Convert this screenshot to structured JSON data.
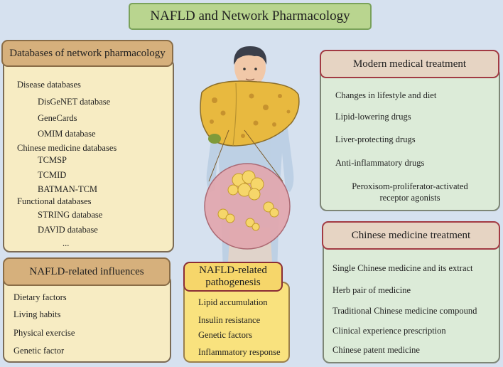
{
  "title": "NAFLD and Network Pharmacology",
  "databases": {
    "header": "Databases of network pharmacology",
    "items": [
      "Disease databases",
      "DisGeNET database",
      "GeneCards",
      "OMIM database",
      "Chinese medicine databases",
      "TCMSP",
      "TCMID",
      "BATMAN-TCM",
      "Functional databases",
      "STRING database",
      "DAVID database",
      "..."
    ]
  },
  "influences": {
    "header": "NAFLD-related influences",
    "items": [
      "Dietary factors",
      "Living habits",
      "Physical exercise",
      "Genetic factor"
    ]
  },
  "pathogenesis": {
    "header_line1": "NAFLD-related",
    "header_line2": "pathogenesis",
    "items": [
      "Lipid accumulation",
      "Insulin resistance",
      "Genetic factors",
      "Inflammatory response"
    ]
  },
  "modern": {
    "header": "Modern medical treatment",
    "items": [
      "Changes in lifestyle and diet",
      "Lipid-lowering drugs",
      "Liver-protecting drugs",
      "Anti-inflammatory drugs"
    ],
    "last_line1": "Peroxisom-proliferator-activated",
    "last_line2": "receptor agonists"
  },
  "chinese": {
    "header": "Chinese medicine treatment",
    "items": [
      "Single Chinese medicine and its extract",
      "Herb pair of medicine",
      "Traditional Chinese medicine compound",
      "Clinical experience prescription",
      "Chinese patent medicine"
    ]
  },
  "colors": {
    "background": "#d6e1ef",
    "title_fill": "#b9d58f",
    "brown_header": "#d6b07c",
    "pink_header": "#e6d4c3",
    "yellow_box": "#f7ecc3",
    "green_box": "#dcebd8",
    "gold_box": "#f9e27e",
    "liver": "#e8b93f"
  }
}
